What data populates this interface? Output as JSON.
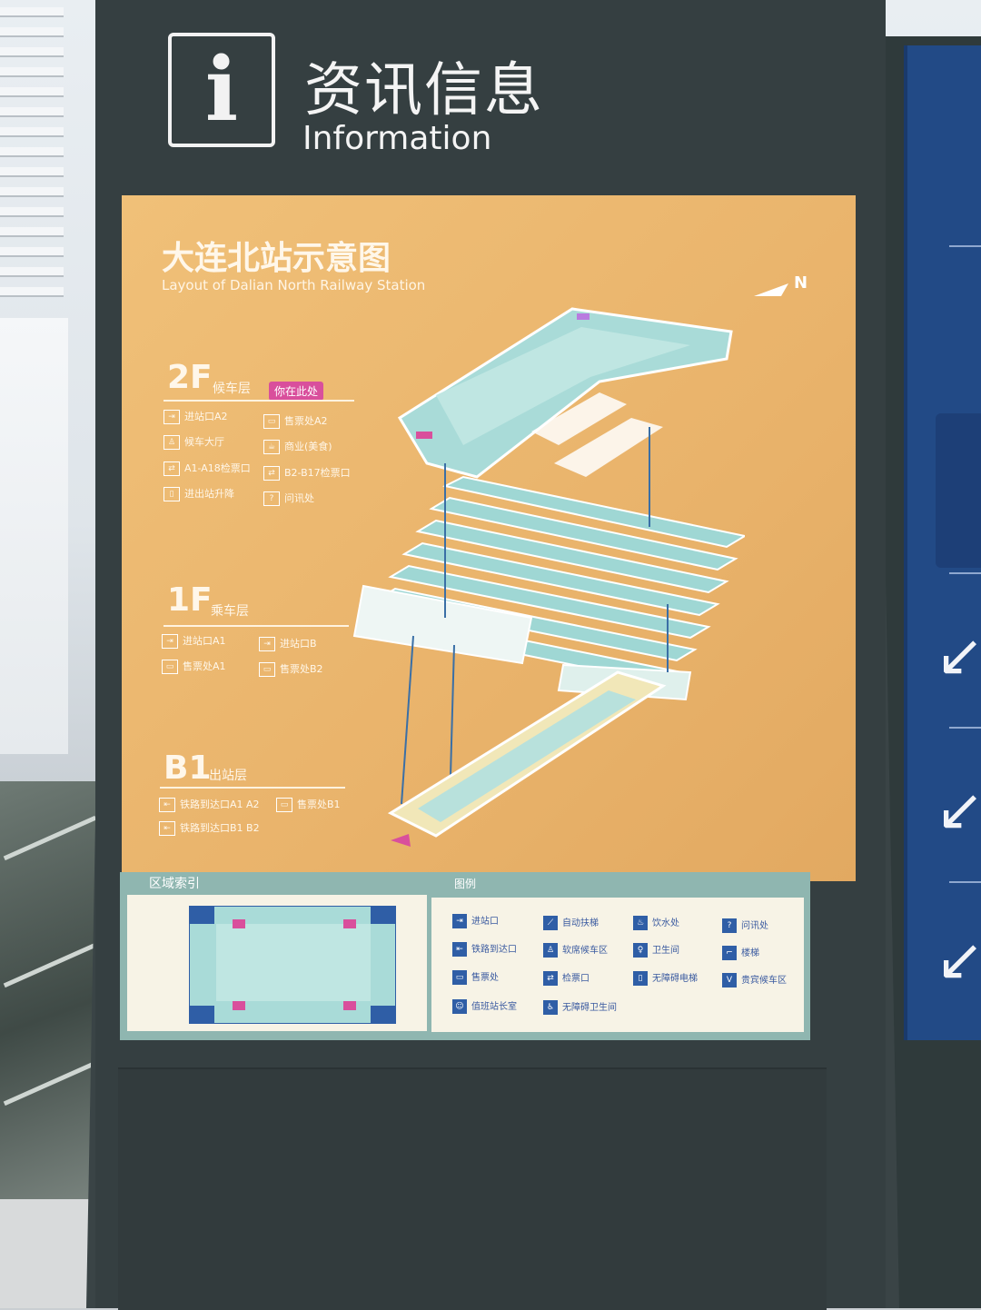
{
  "header": {
    "icon": "info-icon",
    "icon_glyph": "i",
    "title_zh": "资讯信息",
    "title_en": "Information"
  },
  "map": {
    "title_zh": "大连北站示意图",
    "title_en": "Layout of Dalian North Railway Station",
    "north_label": "N",
    "you_are_here": "你在此处",
    "floors": [
      {
        "id": "2F",
        "name": "候车层",
        "items": [
          "进站口A2",
          "售票处A2",
          "候车大厅",
          "商业(美食)",
          "A1-A18检票口",
          "B2-B17检票口",
          "进出站升降",
          "问讯处"
        ]
      },
      {
        "id": "1F",
        "name": "乘车层",
        "items": [
          "进站口A1",
          "进站口B",
          "售票处A1",
          "售票处B2"
        ]
      },
      {
        "id": "B1",
        "name": "出站层",
        "items": [
          "铁路到达口A1 A2",
          "售票处B1",
          "铁路到达口B1 B2"
        ]
      }
    ]
  },
  "index": {
    "label": "区域索引"
  },
  "legend": {
    "label": "图例",
    "items": [
      "进站口",
      "自动扶梯",
      "饮水处",
      "问讯处",
      "铁路到达口",
      "软席候车区",
      "卫生间",
      "楼梯",
      "售票处",
      "检票口",
      "无障碍电梯",
      "贵宾候车区",
      "值班站长室",
      "无障碍卫生间"
    ]
  },
  "side_sign": {
    "arrows": [
      "↙",
      "↙",
      "↙"
    ]
  },
  "colors": {
    "sign_frame": "#3a4446",
    "map_panel": "#e9b36b",
    "platform": "#a9dbd8",
    "strip": "#8fb6b0",
    "legend_icon": "#2f5ea6",
    "right_sign": "#224a86"
  }
}
